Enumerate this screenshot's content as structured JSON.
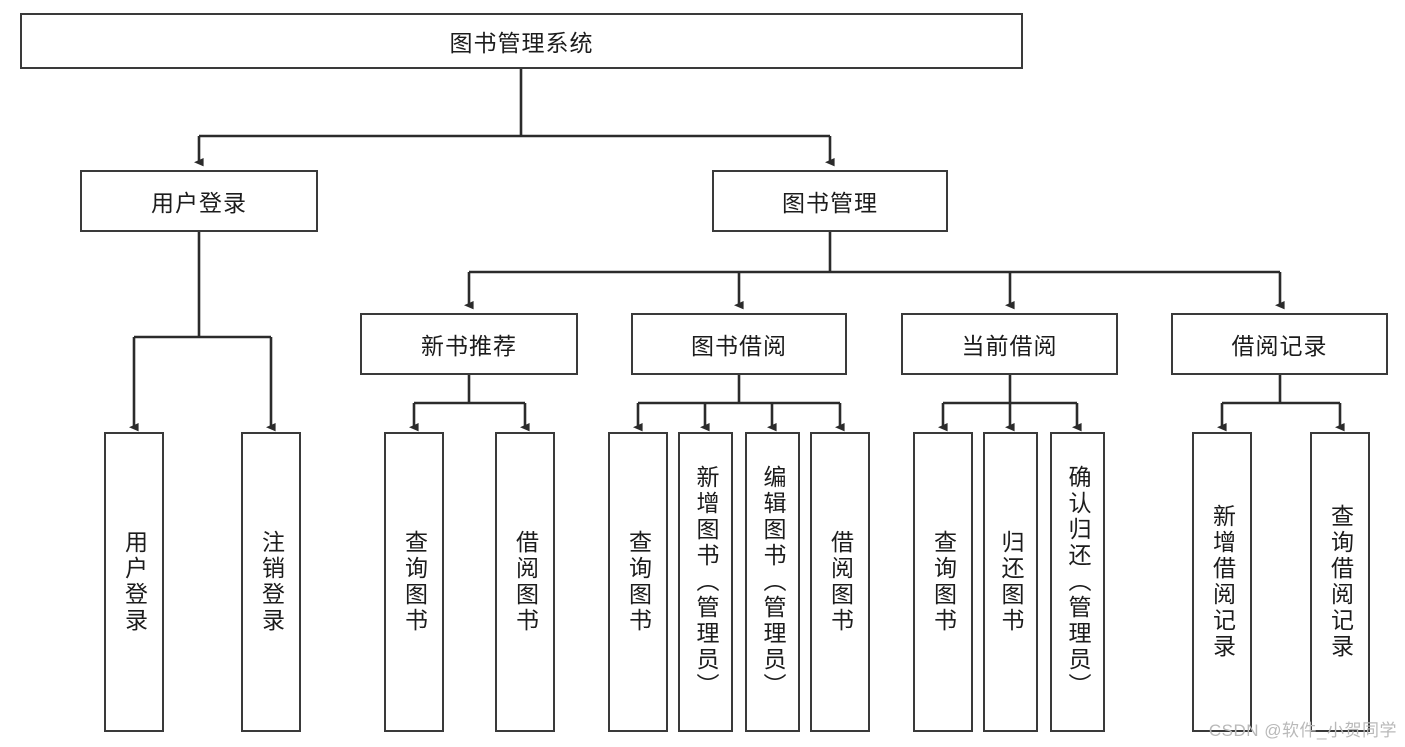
{
  "diagram": {
    "type": "tree-flowchart",
    "root": {
      "id": "root",
      "label": "图书管理系统"
    },
    "level2": [
      {
        "id": "user-login",
        "label": "用户登录"
      },
      {
        "id": "book-manage",
        "label": "图书管理"
      }
    ],
    "level3": [
      {
        "id": "new-book-rec",
        "label": "新书推荐",
        "parent": "book-manage"
      },
      {
        "id": "book-borrow",
        "label": "图书借阅",
        "parent": "book-manage"
      },
      {
        "id": "current-borrow",
        "label": "当前借阅",
        "parent": "book-manage"
      },
      {
        "id": "borrow-record",
        "label": "借阅记录",
        "parent": "book-manage"
      }
    ],
    "leaves": [
      {
        "id": "leaf-user-login",
        "label": "用户登录",
        "parent": "user-login"
      },
      {
        "id": "leaf-user-logout",
        "label": "注销登录",
        "parent": "user-login"
      },
      {
        "id": "leaf-query-book-1",
        "label": "查询图书",
        "parent": "new-book-rec"
      },
      {
        "id": "leaf-borrow-book-1",
        "label": "借阅图书",
        "parent": "new-book-rec"
      },
      {
        "id": "leaf-query-book-2",
        "label": "查询图书",
        "parent": "book-borrow"
      },
      {
        "id": "leaf-add-book",
        "label": "新增图书（管理员）",
        "parent": "book-borrow"
      },
      {
        "id": "leaf-edit-book",
        "label": "编辑图书（管理员）",
        "parent": "book-borrow"
      },
      {
        "id": "leaf-borrow-book-2",
        "label": "借阅图书",
        "parent": "book-borrow"
      },
      {
        "id": "leaf-query-book-3",
        "label": "查询图书",
        "parent": "current-borrow"
      },
      {
        "id": "leaf-return-book",
        "label": "归还图书",
        "parent": "current-borrow"
      },
      {
        "id": "leaf-confirm-return",
        "label": "确认归还（管理员）",
        "parent": "current-borrow"
      },
      {
        "id": "leaf-add-record",
        "label": "新增借阅记录",
        "parent": "borrow-record"
      },
      {
        "id": "leaf-query-record",
        "label": "查询借阅记录",
        "parent": "borrow-record"
      }
    ],
    "colors": {
      "border": "#3a3a3a",
      "background": "#ffffff",
      "text": "#1c1c1c",
      "edge": "#2b2b2b",
      "watermark": "#b9b9b9"
    }
  },
  "watermark": {
    "text": "CSDN @软件_小贺同学"
  }
}
